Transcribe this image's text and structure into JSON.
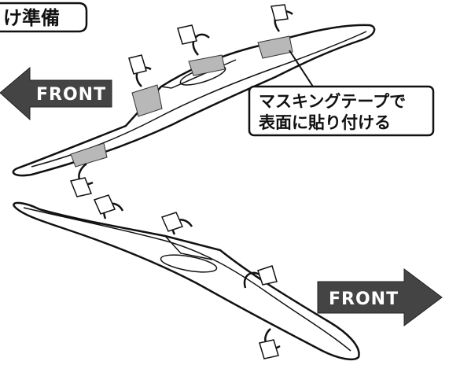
{
  "title": "け準備",
  "upper_part": {
    "front_label": "FRONT"
  },
  "lower_part": {
    "front_label": "FRONT"
  },
  "callout": {
    "line1": "マスキングテープで",
    "line2": "表面に貼り付ける"
  }
}
